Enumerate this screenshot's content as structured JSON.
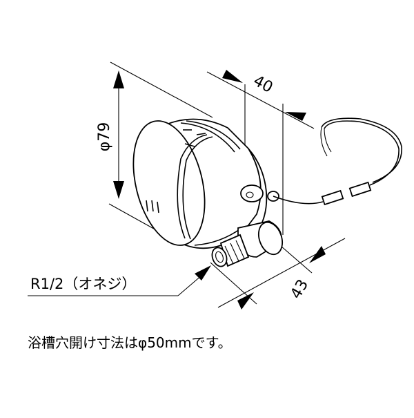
{
  "dimensions": {
    "diameter_label": "φ79",
    "length_label": "40",
    "outlet_label": "43"
  },
  "thread_callout": "R1/2（オネジ）",
  "note": "浴槽穴開け寸法はφ50mmです。"
}
